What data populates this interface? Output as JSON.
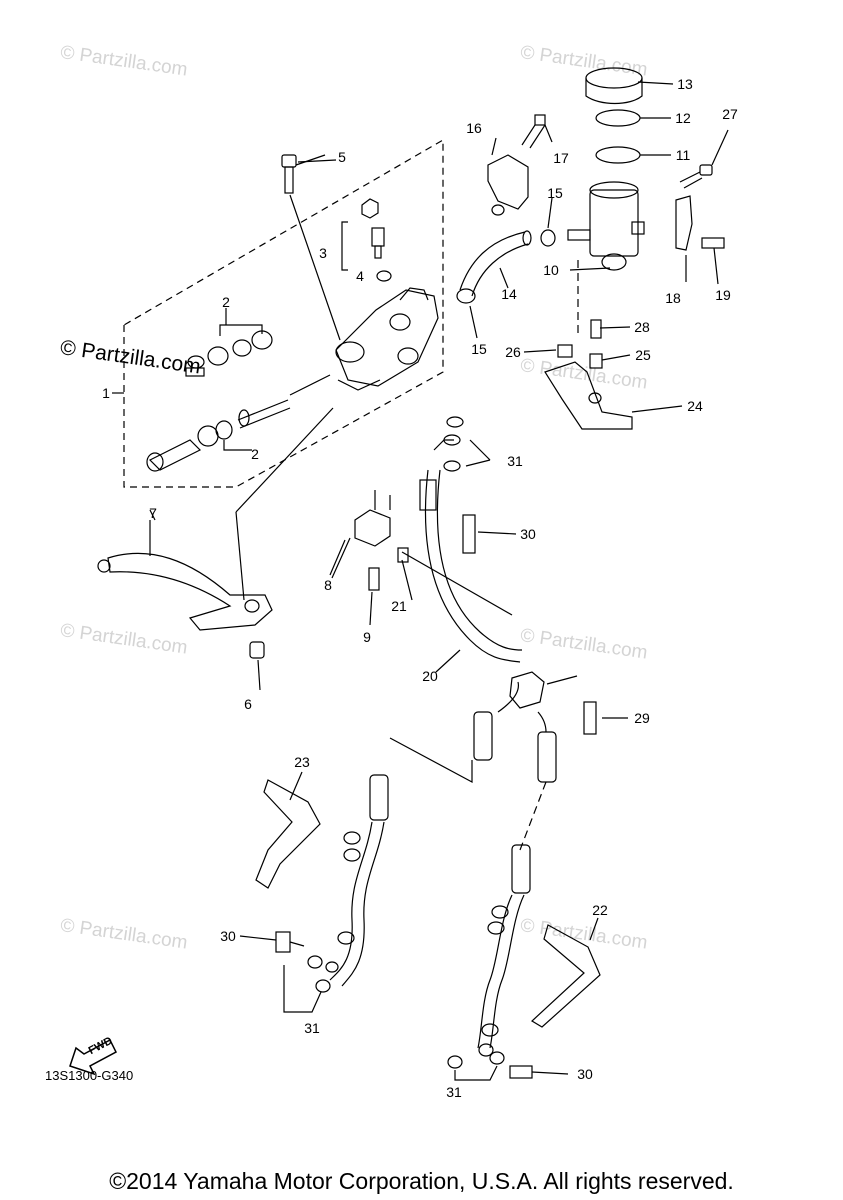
{
  "watermark": {
    "text": "© Partzilla.com",
    "primary_text": "© Partzilla.com"
  },
  "diagram_code": "13S1300-G340",
  "copyright": "©2014 Yamaha Motor Corporation, U.S.A. All rights reserved.",
  "fwd_label": "FWD",
  "callouts": {
    "c1": "1",
    "c2a": "2",
    "c2b": "2",
    "c3": "3",
    "c4": "4",
    "c5": "5",
    "c6": "6",
    "c7": "7",
    "c8": "8",
    "c9": "9",
    "c10": "10",
    "c11": "11",
    "c12": "12",
    "c13": "13",
    "c14": "14",
    "c15a": "15",
    "c15b": "15",
    "c16": "16",
    "c17": "17",
    "c18": "18",
    "c19": "19",
    "c20": "20",
    "c21": "21",
    "c22": "22",
    "c23": "23",
    "c24": "24",
    "c25": "25",
    "c26": "26",
    "c27": "27",
    "c28": "28",
    "c29": "29",
    "c30a": "30",
    "c30b": "30",
    "c30c": "30",
    "c31a": "31",
    "c31b": "31",
    "c31c": "31"
  },
  "colors": {
    "line": "#000000",
    "watermark": "#d4d4d4",
    "background": "#ffffff"
  }
}
